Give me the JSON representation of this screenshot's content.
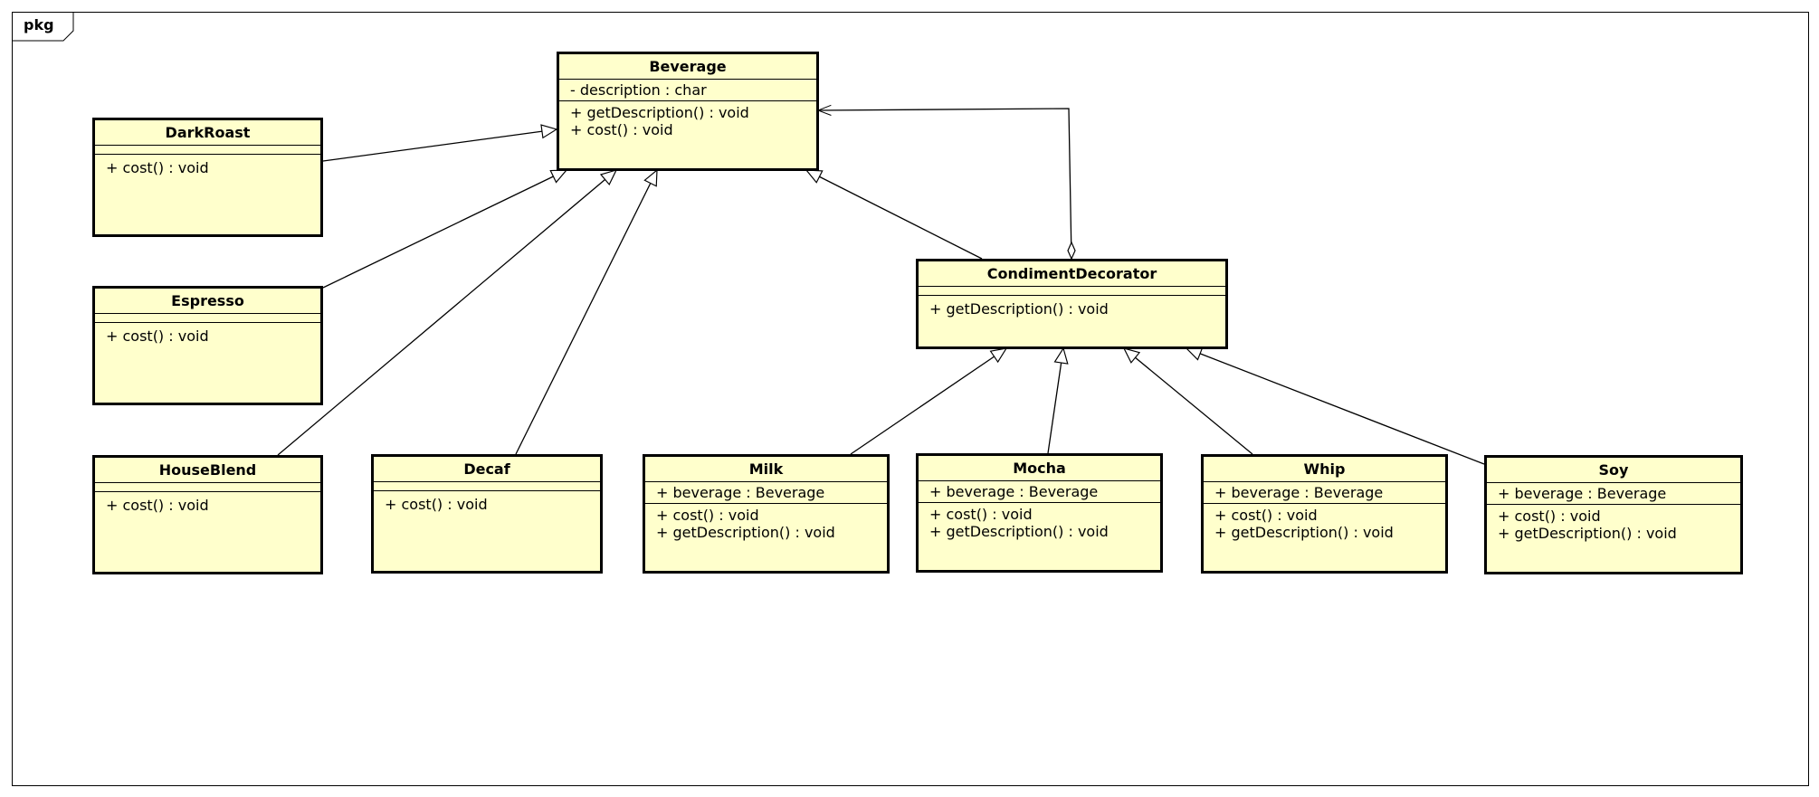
{
  "package": {
    "label": "pkg"
  },
  "classes": {
    "beverage": {
      "name": "Beverage",
      "attributes": [
        "- description : char"
      ],
      "operations": [
        "+ getDescription() : void",
        "+ cost() : void"
      ]
    },
    "darkroast": {
      "name": "DarkRoast",
      "attributes": [],
      "operations": [
        "+ cost() : void"
      ]
    },
    "espresso": {
      "name": "Espresso",
      "attributes": [],
      "operations": [
        "+ cost() : void"
      ]
    },
    "houseblend": {
      "name": "HouseBlend",
      "attributes": [],
      "operations": [
        "+ cost() : void"
      ]
    },
    "decaf": {
      "name": "Decaf",
      "attributes": [],
      "operations": [
        "+ cost() : void"
      ]
    },
    "condimentdecorator": {
      "name": "CondimentDecorator",
      "attributes": [],
      "operations": [
        "+ getDescription() : void"
      ]
    },
    "milk": {
      "name": "Milk",
      "attributes": [
        "+ beverage : Beverage"
      ],
      "operations": [
        "+ cost() : void",
        "+ getDescription() : void"
      ]
    },
    "mocha": {
      "name": "Mocha",
      "attributes": [
        "+ beverage : Beverage"
      ],
      "operations": [
        "+ cost() : void",
        "+ getDescription() : void"
      ]
    },
    "whip": {
      "name": "Whip",
      "attributes": [
        "+ beverage : Beverage"
      ],
      "operations": [
        "+ cost() : void",
        "+ getDescription() : void"
      ]
    },
    "soy": {
      "name": "Soy",
      "attributes": [
        "+ beverage : Beverage"
      ],
      "operations": [
        "+ cost() : void",
        "+ getDescription() : void"
      ]
    }
  },
  "relations": [
    {
      "type": "generalization",
      "from": "DarkRoast",
      "to": "Beverage"
    },
    {
      "type": "generalization",
      "from": "Espresso",
      "to": "Beverage"
    },
    {
      "type": "generalization",
      "from": "HouseBlend",
      "to": "Beverage"
    },
    {
      "type": "generalization",
      "from": "Decaf",
      "to": "Beverage"
    },
    {
      "type": "generalization",
      "from": "CondimentDecorator",
      "to": "Beverage"
    },
    {
      "type": "aggregation",
      "from": "CondimentDecorator",
      "to": "Beverage"
    },
    {
      "type": "generalization",
      "from": "Milk",
      "to": "CondimentDecorator"
    },
    {
      "type": "generalization",
      "from": "Mocha",
      "to": "CondimentDecorator"
    },
    {
      "type": "generalization",
      "from": "Whip",
      "to": "CondimentDecorator"
    },
    {
      "type": "generalization",
      "from": "Soy",
      "to": "CondimentDecorator"
    }
  ]
}
